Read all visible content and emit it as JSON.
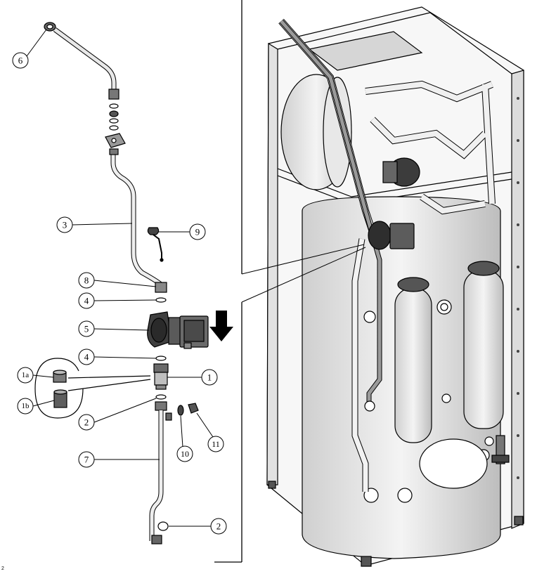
{
  "callouts": {
    "c6": "6",
    "c3": "3",
    "c9": "9",
    "c8": "8",
    "c4a": "4",
    "c5": "5",
    "c4b": "4",
    "c1": "1",
    "c1a": "1a",
    "c1b": "1b",
    "c2a": "2",
    "c10": "10",
    "c11": "11",
    "c7": "7",
    "c2b": "2"
  },
  "footer": "2"
}
